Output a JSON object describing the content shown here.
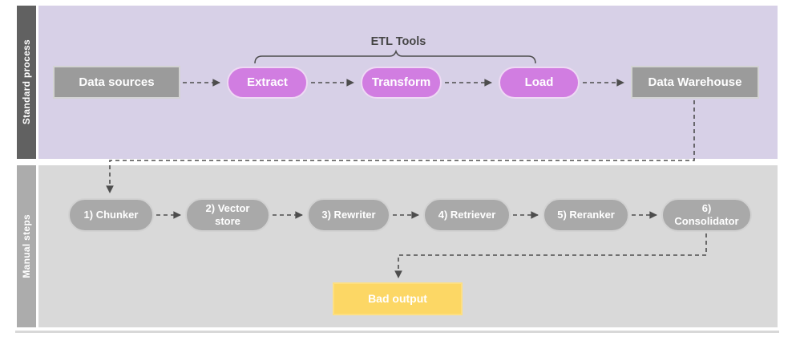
{
  "lanes": {
    "standard": {
      "label": "Standard process",
      "nodes": [
        {
          "label": "Data sources",
          "shape": "rectangle",
          "color": "#9b9b9b"
        },
        {
          "label": "Extract",
          "shape": "pill",
          "color": "#d17de1"
        },
        {
          "label": "Transform",
          "shape": "pill",
          "color": "#d17de1"
        },
        {
          "label": "Load",
          "shape": "pill",
          "color": "#d17de1"
        },
        {
          "label": "Data Warehouse",
          "shape": "rectangle",
          "color": "#9b9b9b"
        }
      ]
    },
    "manual": {
      "label": "Manual steps",
      "nodes": [
        {
          "label": "1) Chunker",
          "shape": "pill",
          "color": "#a9a9a9"
        },
        {
          "label": "2) Vector store",
          "shape": "pill",
          "color": "#a9a9a9"
        },
        {
          "label": "3) Rewriter",
          "shape": "pill",
          "color": "#a9a9a9"
        },
        {
          "label": "4) Retriever",
          "shape": "pill",
          "color": "#a9a9a9"
        },
        {
          "label": "5) Reranker",
          "shape": "pill",
          "color": "#a9a9a9"
        },
        {
          "label": "6) Consolidator",
          "shape": "pill",
          "color": "#a9a9a9"
        }
      ],
      "bad_output": {
        "label": "Bad output",
        "shape": "rectangle",
        "color": "#fcd765"
      }
    }
  },
  "annotations": {
    "etl_tools": "ETL Tools"
  },
  "edges": [
    {
      "from": "Data sources",
      "to": "Extract",
      "style": "dashed-arrow"
    },
    {
      "from": "Extract",
      "to": "Transform",
      "style": "dashed-arrow"
    },
    {
      "from": "Transform",
      "to": "Load",
      "style": "dashed-arrow"
    },
    {
      "from": "Load",
      "to": "Data Warehouse",
      "style": "dashed-arrow"
    },
    {
      "from": "Data Warehouse",
      "to": "1) Chunker",
      "style": "dashed-arrow"
    },
    {
      "from": "1) Chunker",
      "to": "2) Vector store",
      "style": "dashed-arrow"
    },
    {
      "from": "2) Vector store",
      "to": "3) Rewriter",
      "style": "dashed-arrow"
    },
    {
      "from": "3) Rewriter",
      "to": "4) Retriever",
      "style": "dashed-arrow"
    },
    {
      "from": "4) Retriever",
      "to": "5) Reranker",
      "style": "dashed-arrow"
    },
    {
      "from": "5) Reranker",
      "to": "6) Consolidator",
      "style": "dashed-arrow"
    },
    {
      "from": "6) Consolidator",
      "to": "Bad output",
      "style": "dashed-arrow"
    }
  ],
  "colors": {
    "standard_lane_bg": "#d7d0e7",
    "standard_lane_bar": "#616161",
    "manual_lane_bg": "#d9d9d9",
    "manual_lane_bar": "#acacac",
    "etl_node_fill": "#d17de1",
    "gray_node_fill": "#9b9b9b",
    "step_node_fill": "#a9a9a9",
    "bad_output_fill": "#fcd765",
    "connector": "#4d4d4d",
    "node_text": "#ffffff"
  }
}
